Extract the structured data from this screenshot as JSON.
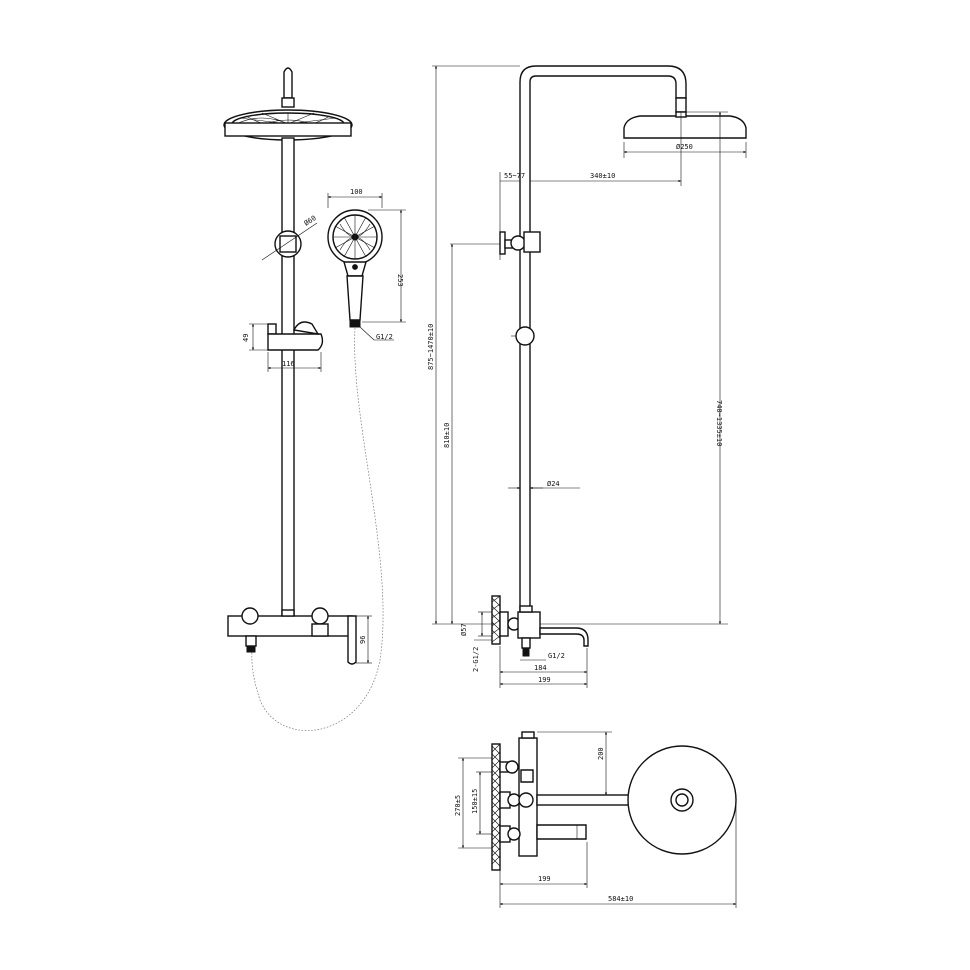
{
  "drawing": {
    "line_color": "#111111",
    "background": "#ffffff"
  },
  "front_view": {
    "hand_shower_width": "100",
    "hand_shower_length": "253",
    "hose_thread": "G1/2",
    "slider_diameter": "Ø60",
    "holder_height": "49",
    "holder_width": "116",
    "mixer_height": "96"
  },
  "side_view": {
    "total_height": "875~1470±10",
    "outlet_height": "810±10",
    "rail_height": "740~1335±10",
    "arm_length": "340±10",
    "arm_offset": "55~77",
    "rain_head_diameter": "Ø250",
    "pipe_diameter": "Ø24",
    "mixer_inlet": "G1/2",
    "wall_inlets": "2-G1/2",
    "flange_diameter": "Ø57",
    "spout_projection": "184",
    "mixer_depth": "199"
  },
  "top_view": {
    "center_distance_outer": "270±5",
    "center_distance_inner": "150±15",
    "top_height": "200",
    "mixer_depth": "199",
    "overall_depth": "584±10"
  }
}
